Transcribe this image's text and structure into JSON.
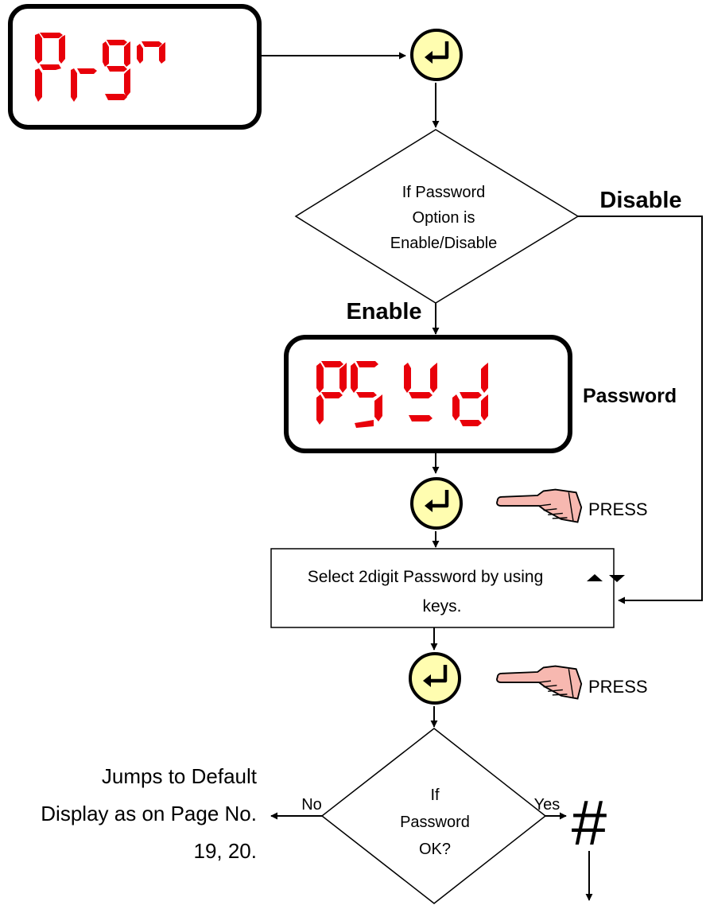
{
  "displays": {
    "top": {
      "segments": "Prgr"
    },
    "middle": {
      "segments": "PSwd"
    }
  },
  "decision1": {
    "line1": "If Password",
    "line2": "Option is",
    "line3": "Enable/Disable",
    "disable_label": "Disable",
    "enable_label": "Enable"
  },
  "password_label": "Password",
  "press_label_1": "PRESS",
  "press_label_2": "PRESS",
  "select_box": {
    "line1": "Select 2digit Password by using",
    "line2": "keys."
  },
  "decision2": {
    "line1": "If",
    "line2": "Password",
    "line3": "OK?",
    "no_label": "No",
    "yes_label": "Yes"
  },
  "jump_text": {
    "line1": "Jumps to Default",
    "line2": "Display as on Page No.",
    "line3": "19, 20."
  },
  "hash_symbol": "#",
  "colors": {
    "segment": "#e8000a",
    "enter_button_fill": "#fffdb0",
    "hand_fill": "#f7b8b0"
  }
}
